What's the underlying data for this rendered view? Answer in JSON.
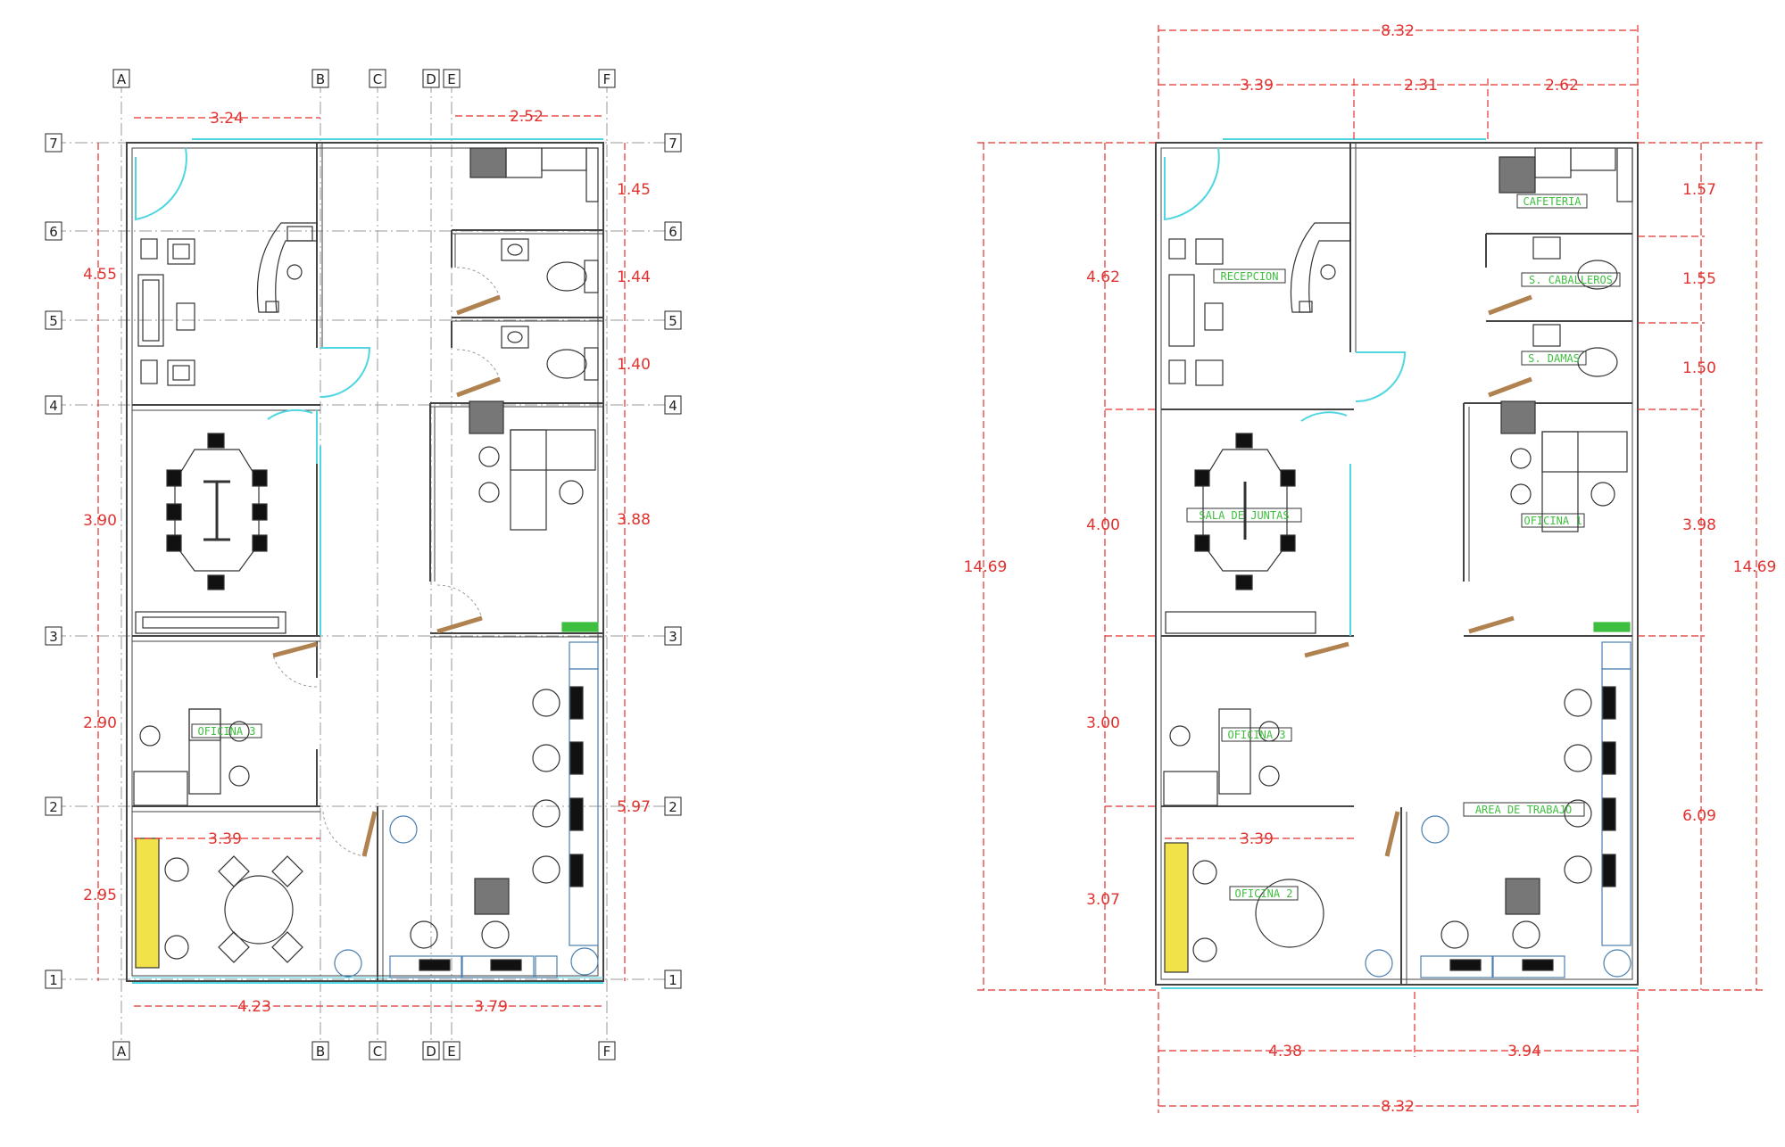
{
  "plans": {
    "left": {
      "grid_columns": [
        "A",
        "B",
        "C",
        "D",
        "E",
        "F"
      ],
      "grid_rows": [
        "7",
        "6",
        "5",
        "4",
        "3",
        "2",
        "1"
      ],
      "dims": {
        "top_a_b": "3.24",
        "top_e_f": "2.52",
        "left_7_4": "4.55",
        "left_4_3": "3.90",
        "left_3_2": "2.90",
        "left_2_1": "2.95",
        "right_7_6": "1.45",
        "right_6_5": "1.44",
        "right_5_4": "1.40",
        "right_4_3": "3.88",
        "right_3_1": "5.97",
        "inner_oficina2_width": "3.39",
        "bottom_a_c": "4.23",
        "bottom_c_f": "3.79"
      },
      "rooms": {
        "oficina3": "OFICINA 3"
      }
    },
    "right": {
      "dims": {
        "top_total": "8.32",
        "top_seg1": "3.39",
        "top_seg2": "2.31",
        "top_seg3": "2.62",
        "left_total": "14.69",
        "left_seg1": "4.62",
        "left_seg2": "4.00",
        "left_seg3": "3.00",
        "left_seg4": "3.07",
        "right_seg1": "1.57",
        "right_seg2": "1.55",
        "right_seg3": "1.50",
        "right_seg4": "3.98",
        "right_seg5": "6.09",
        "right_total": "14.69",
        "inner_oficina2_width": "3.39",
        "bottom_seg1": "4.38",
        "bottom_seg2": "3.94",
        "bottom_total": "8.32"
      },
      "rooms": {
        "cafeteria": "CAFETERIA",
        "recepcion": "RECEPCION",
        "caballeros": "S. CABALLEROS",
        "damas": "S. DAMAS",
        "sala_juntas": "SALA DE JUNTAS",
        "oficina1": "OFICINA 1",
        "oficina3": "OFICINA 3",
        "area_trabajo": "AREA DE TRABAJO",
        "oficina2": "OFICINA 2"
      }
    }
  },
  "colors": {
    "dimension": "#e0322f",
    "wall": "#444444",
    "glass": "#4fd6e0",
    "label": "#3fbf3f",
    "door_panel": "#b08250",
    "furniture": "#333333",
    "accent_yellow": "#f2e24a",
    "plant": "#4a7fb0"
  }
}
